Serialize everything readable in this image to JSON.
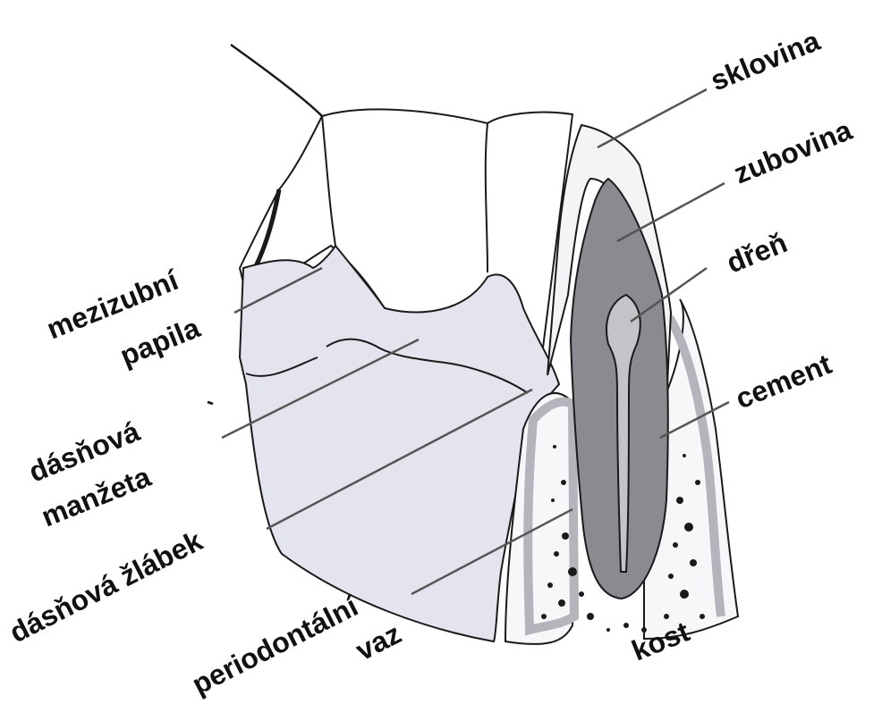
{
  "labels": {
    "sklovina": "sklovina",
    "zubovina": "zubovina",
    "dren": "dřeň",
    "cement": "cement",
    "mezizubni_line1": "mezizubní",
    "mezizubni_line2": "papila",
    "dasnova_manzeta_line1": "dásňová",
    "dasnova_manzeta_line2": "manžeta",
    "dasnovy_zlabek": "dásňová žlábek",
    "periodontalni_line1": "periodontální",
    "periodontalni_line2": "vaz",
    "kost": "kost"
  },
  "colors": {
    "gum": "#e4e4ee",
    "tooth": "#ffffff",
    "enamel": "#f4f4f6",
    "dentin": "#8a8a90",
    "pulp": "#c4c4c8",
    "bone": "#f7f7f9",
    "ligament": "#b4b4bc",
    "outline": "#1a1a1a",
    "leader": "#555555"
  }
}
